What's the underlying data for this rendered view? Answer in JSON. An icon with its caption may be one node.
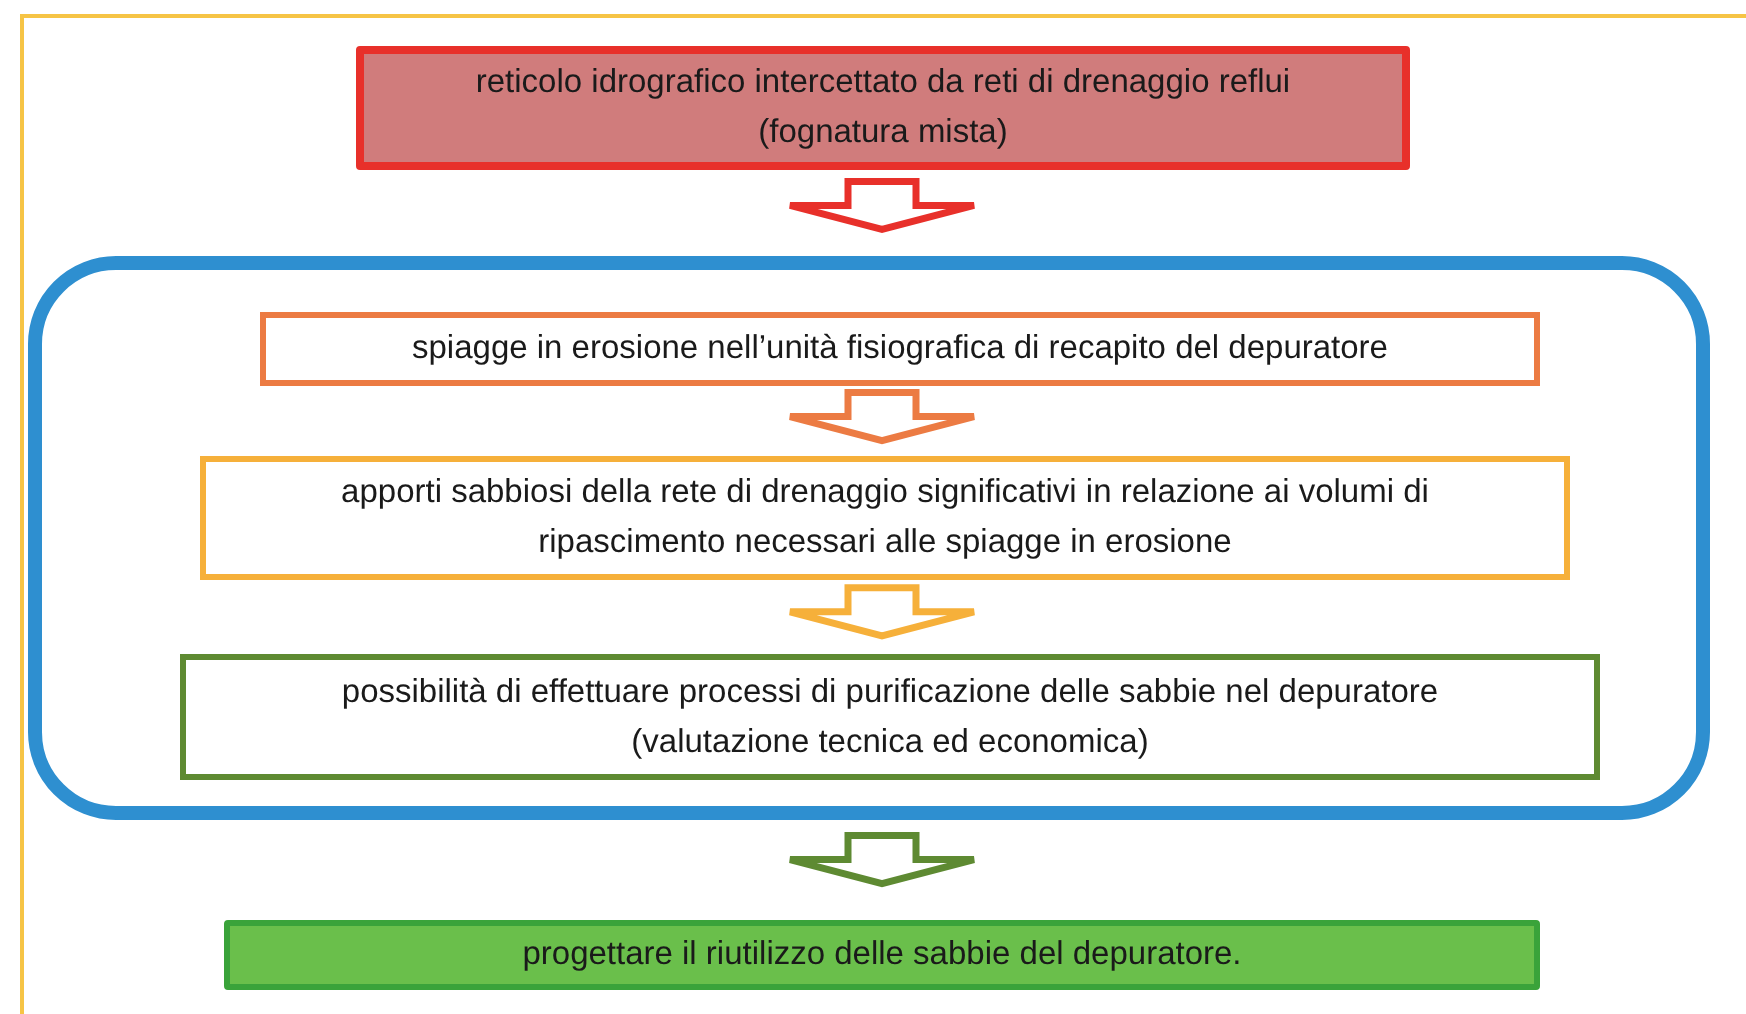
{
  "diagram": {
    "nodes": [
      {
        "text": [
          "reticolo idrografico  intercettato da reti di drenaggio reflui (fognatura  mista)"
        ]
      },
      {
        "text": [],
        "shape": "box"
      },
      {
        "text": [
          "spiagge in erosione  nell’unità fisiografica di recapito del  depuratore"
        ],
        "in": 1
      },
      {
        "text": [
          "apporti sabbiosi della rete di drenaggio significativi in relazione ai volumi di ripascimento necessari alle spiagge in erosione"
        ],
        "in": 1
      },
      {
        "text": [
          "possibilità di  effettuare processi di purificazione  delle sabbie  nel depuratore (valutazione tecnica ed economica)"
        ],
        "in": 1
      },
      {
        "text": [
          "progettare il riutilizzo delle sabbie del depuratore."
        ]
      }
    ],
    "edges": [
      {
        "from": 0,
        "to": 1,
        "arrow": "to",
        "color": "#e8302a"
      },
      {
        "from": 2,
        "to": 3,
        "arrow": "to",
        "color": "#ec7b43"
      },
      {
        "from": 3,
        "to": 4,
        "arrow": "to",
        "color": "#f6b03a"
      },
      {
        "from": 1,
        "to": 5,
        "arrow": "to",
        "color": "#5e8a32"
      }
    ]
  }
}
